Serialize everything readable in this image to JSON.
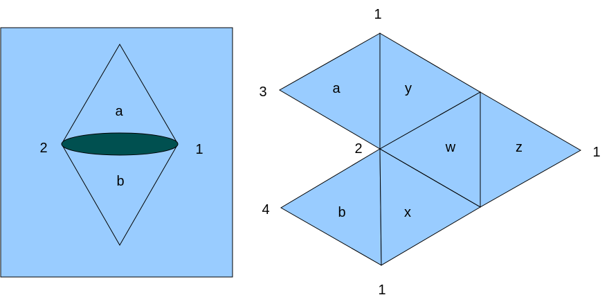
{
  "left_panel": {
    "labels": {
      "upper_face": "a",
      "lower_face": "b",
      "left_vertex": "2",
      "right_vertex": "1"
    },
    "colors": {
      "background": "#99ccff",
      "disk": "#005050"
    }
  },
  "right_panel": {
    "vertex_labels": {
      "top": "1",
      "upper_left": "3",
      "center": "2",
      "right": "1",
      "lower_left": "4",
      "bottom": "1"
    },
    "face_labels": {
      "a": "a",
      "y": "y",
      "w": "w",
      "z": "z",
      "b": "b",
      "x": "x"
    },
    "colors": {
      "face": "#99ccff",
      "edge": "#000000"
    }
  }
}
